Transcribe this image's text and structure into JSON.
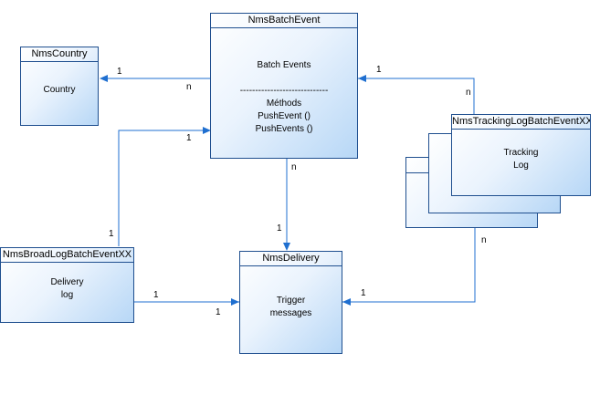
{
  "classes": {
    "batch_event": {
      "name": "NmsBatchEvent",
      "body": [
        "Batch Events",
        "",
        "-----------------------------",
        "Méthods",
        "PushEvent ()",
        "PushEvents ()"
      ]
    },
    "country": {
      "name": "NmsCountry",
      "body": [
        "Country"
      ]
    },
    "tracking": {
      "name": "NmsTrackingLogBatchEventXX",
      "body": [
        "Tracking",
        "Log"
      ]
    },
    "broadlog": {
      "name": "NmsBroadLogBatchEventXX",
      "body": [
        "Delivery",
        "log"
      ]
    },
    "delivery": {
      "name": "NmsDelivery",
      "body": [
        "Trigger",
        "messages"
      ]
    }
  },
  "multiplicities": {
    "country_one": "1",
    "batch_country_n": "n",
    "batch_tracking_one": "1",
    "tracking_batch_n": "n",
    "batch_broadlog_one": "1",
    "broadlog_batch_one": "1",
    "batch_delivery_n": "n",
    "delivery_batch_one": "1",
    "broadlog_delivery_one": "1",
    "delivery_broadlog_one": "1",
    "tracking_delivery_n": "n",
    "delivery_tracking_one": "1"
  },
  "colors": {
    "border": "#1f4f8f",
    "connector": "#1f6fd0",
    "fill_light": "#eaf3fd",
    "fill_dark": "#b7d7f6"
  }
}
